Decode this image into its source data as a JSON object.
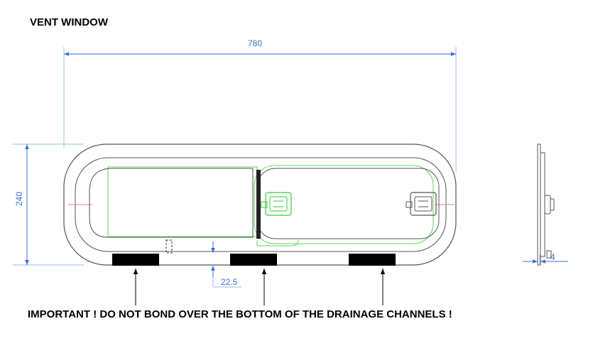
{
  "title": "VENT WINDOW",
  "dimensions": {
    "width": "780",
    "height": "240",
    "offset": "22.5",
    "thickness": "4"
  },
  "warning": "IMPORTANT ! DO NOT BOND OVER THE BOTTOM OF THE DRAINAGE CHANNELS !",
  "colors": {
    "dimension": "#3a6fd8",
    "outline": "#555555",
    "hidden_lines": "#33cc33",
    "drain_block": "#000000",
    "center_line": "#e08a8a"
  }
}
